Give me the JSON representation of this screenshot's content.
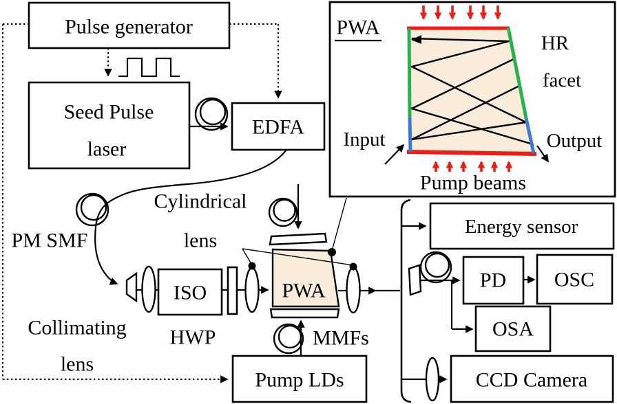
{
  "figure": {
    "boxes": {
      "pulse_generator": "Pulse generator",
      "seed_laser_line1": "Seed Pulse",
      "seed_laser_line2": "laser",
      "edfa": "EDFA",
      "iso": "ISO",
      "pwa": "PWA",
      "pump_lds": "Pump LDs",
      "energy_sensor": "Energy sensor",
      "pd": "PD",
      "osc": "OSC",
      "osa": "OSA",
      "ccd_camera": "CCD Camera"
    },
    "labels": {
      "pm_smf": "PM SMF",
      "cylindrical_lens_line1": "Cylindrical",
      "cylindrical_lens_line2": "lens",
      "collimating_lens_line1": "Collimating",
      "collimating_lens_line2": "lens",
      "hwp": "HWP",
      "mmfs": "MMFs"
    },
    "inset": {
      "title": "PWA",
      "hr_facet_line1": "HR",
      "hr_facet_line2": "facet",
      "input": "Input",
      "output": "Output",
      "pump_beams": "Pump beams"
    },
    "colors": {
      "pump_red": "#ee1c14",
      "hr_coating_green": "#27b24b",
      "facet_blue": "#3e78d8",
      "waveguide_fill": "#faecdb",
      "line_black": "#000000"
    }
  }
}
